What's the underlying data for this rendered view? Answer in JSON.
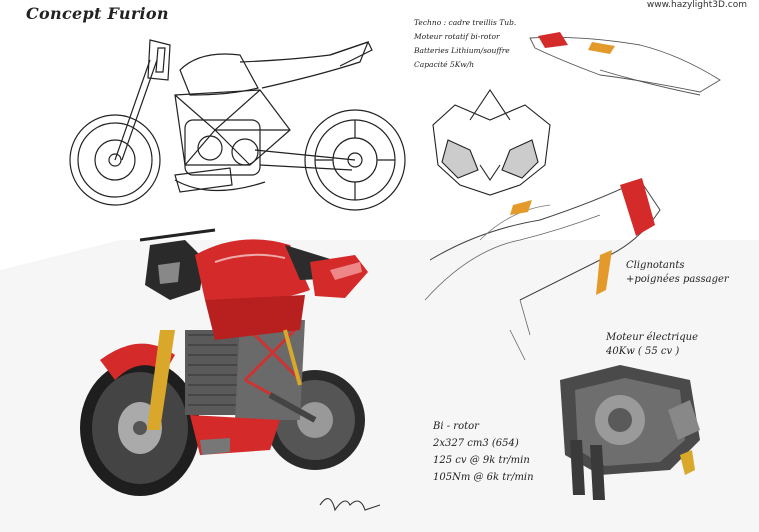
{
  "title": "Concept Furion",
  "website": "www.hazylight3D.com",
  "tech_notes": [
    "Techno : cadre treillis Tub.",
    "Moteur rotatif bi-rotor",
    "Batteries Lithium/souffre",
    "Capacité 5Kw/h"
  ],
  "callouts": {
    "clignotants": "Clignotants",
    "poignees": "+poignées passager",
    "moteur_title": "Moteur électrique",
    "moteur_power": "40Kw ( 55 cv )"
  },
  "engine_specs": [
    "Bi - rotor",
    "2x327 cm3 (654)",
    "125 cv @ 9k tr/min",
    "105Nm @ 6k tr/min"
  ],
  "colors": {
    "body_red": "#d42a2a",
    "accent_amber": "#e49a2a",
    "line": "#222222",
    "metal": "#7a7a7a"
  }
}
